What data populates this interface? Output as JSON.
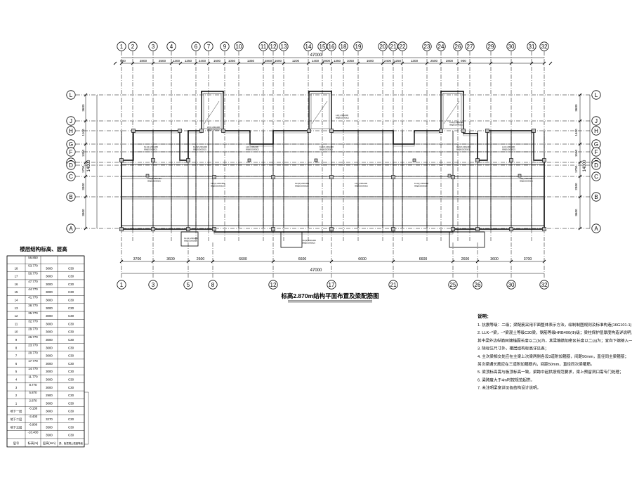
{
  "drawing": {
    "title": "标高2.870m结构平面布置及梁配筋图",
    "total_width": "47000",
    "top_axes": [
      "1",
      "2",
      "3",
      "4",
      "6",
      "7",
      "9",
      "10",
      "11",
      "12",
      "13",
      "14",
      "15",
      "16",
      "18",
      "19",
      "20",
      "21",
      "22",
      "23",
      "24",
      "26",
      "27",
      "29",
      "30",
      "31",
      "32"
    ],
    "top_dims": [
      "900",
      "2800",
      "2500",
      "1300",
      "1250",
      "2400",
      "1600",
      "1050",
      "1350",
      "2800",
      "1600",
      "1200",
      "1400",
      "2800",
      "1350",
      "1050",
      "1600",
      "2400",
      "1250",
      "1300",
      "2500",
      "2800",
      "900"
    ],
    "bottom_axes": [
      "1",
      "3",
      "5",
      "8",
      "12",
      "17",
      "21",
      "25",
      "26",
      "30",
      "32"
    ],
    "bottom_dims": [
      "3700",
      "3600",
      "2600",
      "6600",
      "6600",
      "6600",
      "6600",
      "2600",
      "3600",
      "3700"
    ],
    "row_axes": [
      "L",
      "J",
      "H",
      "G",
      "F",
      "E",
      "D",
      "C",
      "B",
      "A"
    ],
    "left_dims": [
      "3600",
      "1100",
      "1350",
      "1700",
      "3300",
      "3900"
    ],
    "right_dims": [
      "3600",
      "1400",
      "1550",
      "1700",
      "2300",
      "3600"
    ],
    "left_total": "14000",
    "right_total": "14000"
  },
  "floor_table": {
    "title": "楼层结构标高、层高",
    "rows": [
      {
        "floor": "",
        "elev": "56.850",
        "height": "",
        "conc": ""
      },
      {
        "floor": "18",
        "elev": "53.770",
        "height": "3000",
        "conc": "C30"
      },
      {
        "floor": "17",
        "elev": "50.770",
        "height": "3000",
        "conc": "C30"
      },
      {
        "floor": "16",
        "elev": "47.770",
        "height": "3000",
        "conc": "C30"
      },
      {
        "floor": "15",
        "elev": "44.770",
        "height": "3000",
        "conc": "C30"
      },
      {
        "floor": "14",
        "elev": "41.770",
        "height": "3000",
        "conc": "C30"
      },
      {
        "floor": "13",
        "elev": "38.770",
        "height": "3000",
        "conc": "C30"
      },
      {
        "floor": "12",
        "elev": "35.770",
        "height": "3000",
        "conc": "C30"
      },
      {
        "floor": "11",
        "elev": "32.770",
        "height": "3000",
        "conc": "C30"
      },
      {
        "floor": "10",
        "elev": "29.770",
        "height": "3000",
        "conc": "C30"
      },
      {
        "floor": "9",
        "elev": "26.770",
        "height": "3000",
        "conc": "C30"
      },
      {
        "floor": "8",
        "elev": "23.770",
        "height": "3000",
        "conc": "C30"
      },
      {
        "floor": "7",
        "elev": "20.770",
        "height": "3000",
        "conc": "C30"
      },
      {
        "floor": "6",
        "elev": "17.770",
        "height": "3000",
        "conc": "C30"
      },
      {
        "floor": "5",
        "elev": "14.770",
        "height": "3000",
        "conc": "C30"
      },
      {
        "floor": "4",
        "elev": "11.770",
        "height": "3000",
        "conc": "C30"
      },
      {
        "floor": "3",
        "elev": "8.770",
        "height": "3000",
        "conc": "C30"
      },
      {
        "floor": "2",
        "elev": "5.870",
        "height": "2900",
        "conc": "C30"
      },
      {
        "floor": "1",
        "elev": "2.870",
        "height": "3000",
        "conc": "C30"
      },
      {
        "floor": "地下一层",
        "elev": "-0.130",
        "height": "3000",
        "conc": "C30"
      },
      {
        "floor": "地下二层",
        "elev": "-3.400",
        "height": "3270",
        "conc": "C30"
      },
      {
        "floor": "地下三层",
        "elev": "-6.900",
        "height": "3500",
        "conc": "C30"
      },
      {
        "floor": "",
        "elev": "-10.400",
        "height": "3500",
        "conc": "C30"
      }
    ],
    "header": {
      "floor": "层号",
      "elev": "标高(m)",
      "height": "层高(mm)",
      "conc": "梁、板混凝土强度等级"
    }
  },
  "notes": {
    "title": "说明：",
    "items": [
      "1. 抗震等级：二级；梁配筋采用平面整体表示方法，绘制制图规则及标准构造(16G101-1)；",
      "2. LLK--*梁，--*梁混土等级C30梁，钢筋等级HRB400(Φ)级；梁柱保护层厚度构造详说明，",
      "   其中梁外边纵筋同端锚固长度以二(b)为，其梁箍筋加密区长度以二(a)为；宜向下端接入一步。",
      "3. 除标注尺寸外，楼层结构标高详见表；",
      "4. 主次梁相交处应在主梁上次梁两侧各设3道附加箍筋，间距50mm，直径同主梁箍筋；",
      "   另次梁通长筋应在三道附加箍筋内，间距50mm，直径同次梁箍筋。",
      "5. 梁顶标高需与板顶标高一致，梁跨中起拱按规范要求，梁上预留洞口需专门处理；",
      "6. 梁跨度大于4m时按规范起拱。",
      "7. 未注明梁宽详见各结构设计说明。"
    ]
  },
  "beam_labels": [
    "KL1(1) 200x450",
    "KL2(2) 200x400",
    "L1(1) 200x400",
    "KL3(3) 200x450",
    "L2(1) 200x400"
  ]
}
